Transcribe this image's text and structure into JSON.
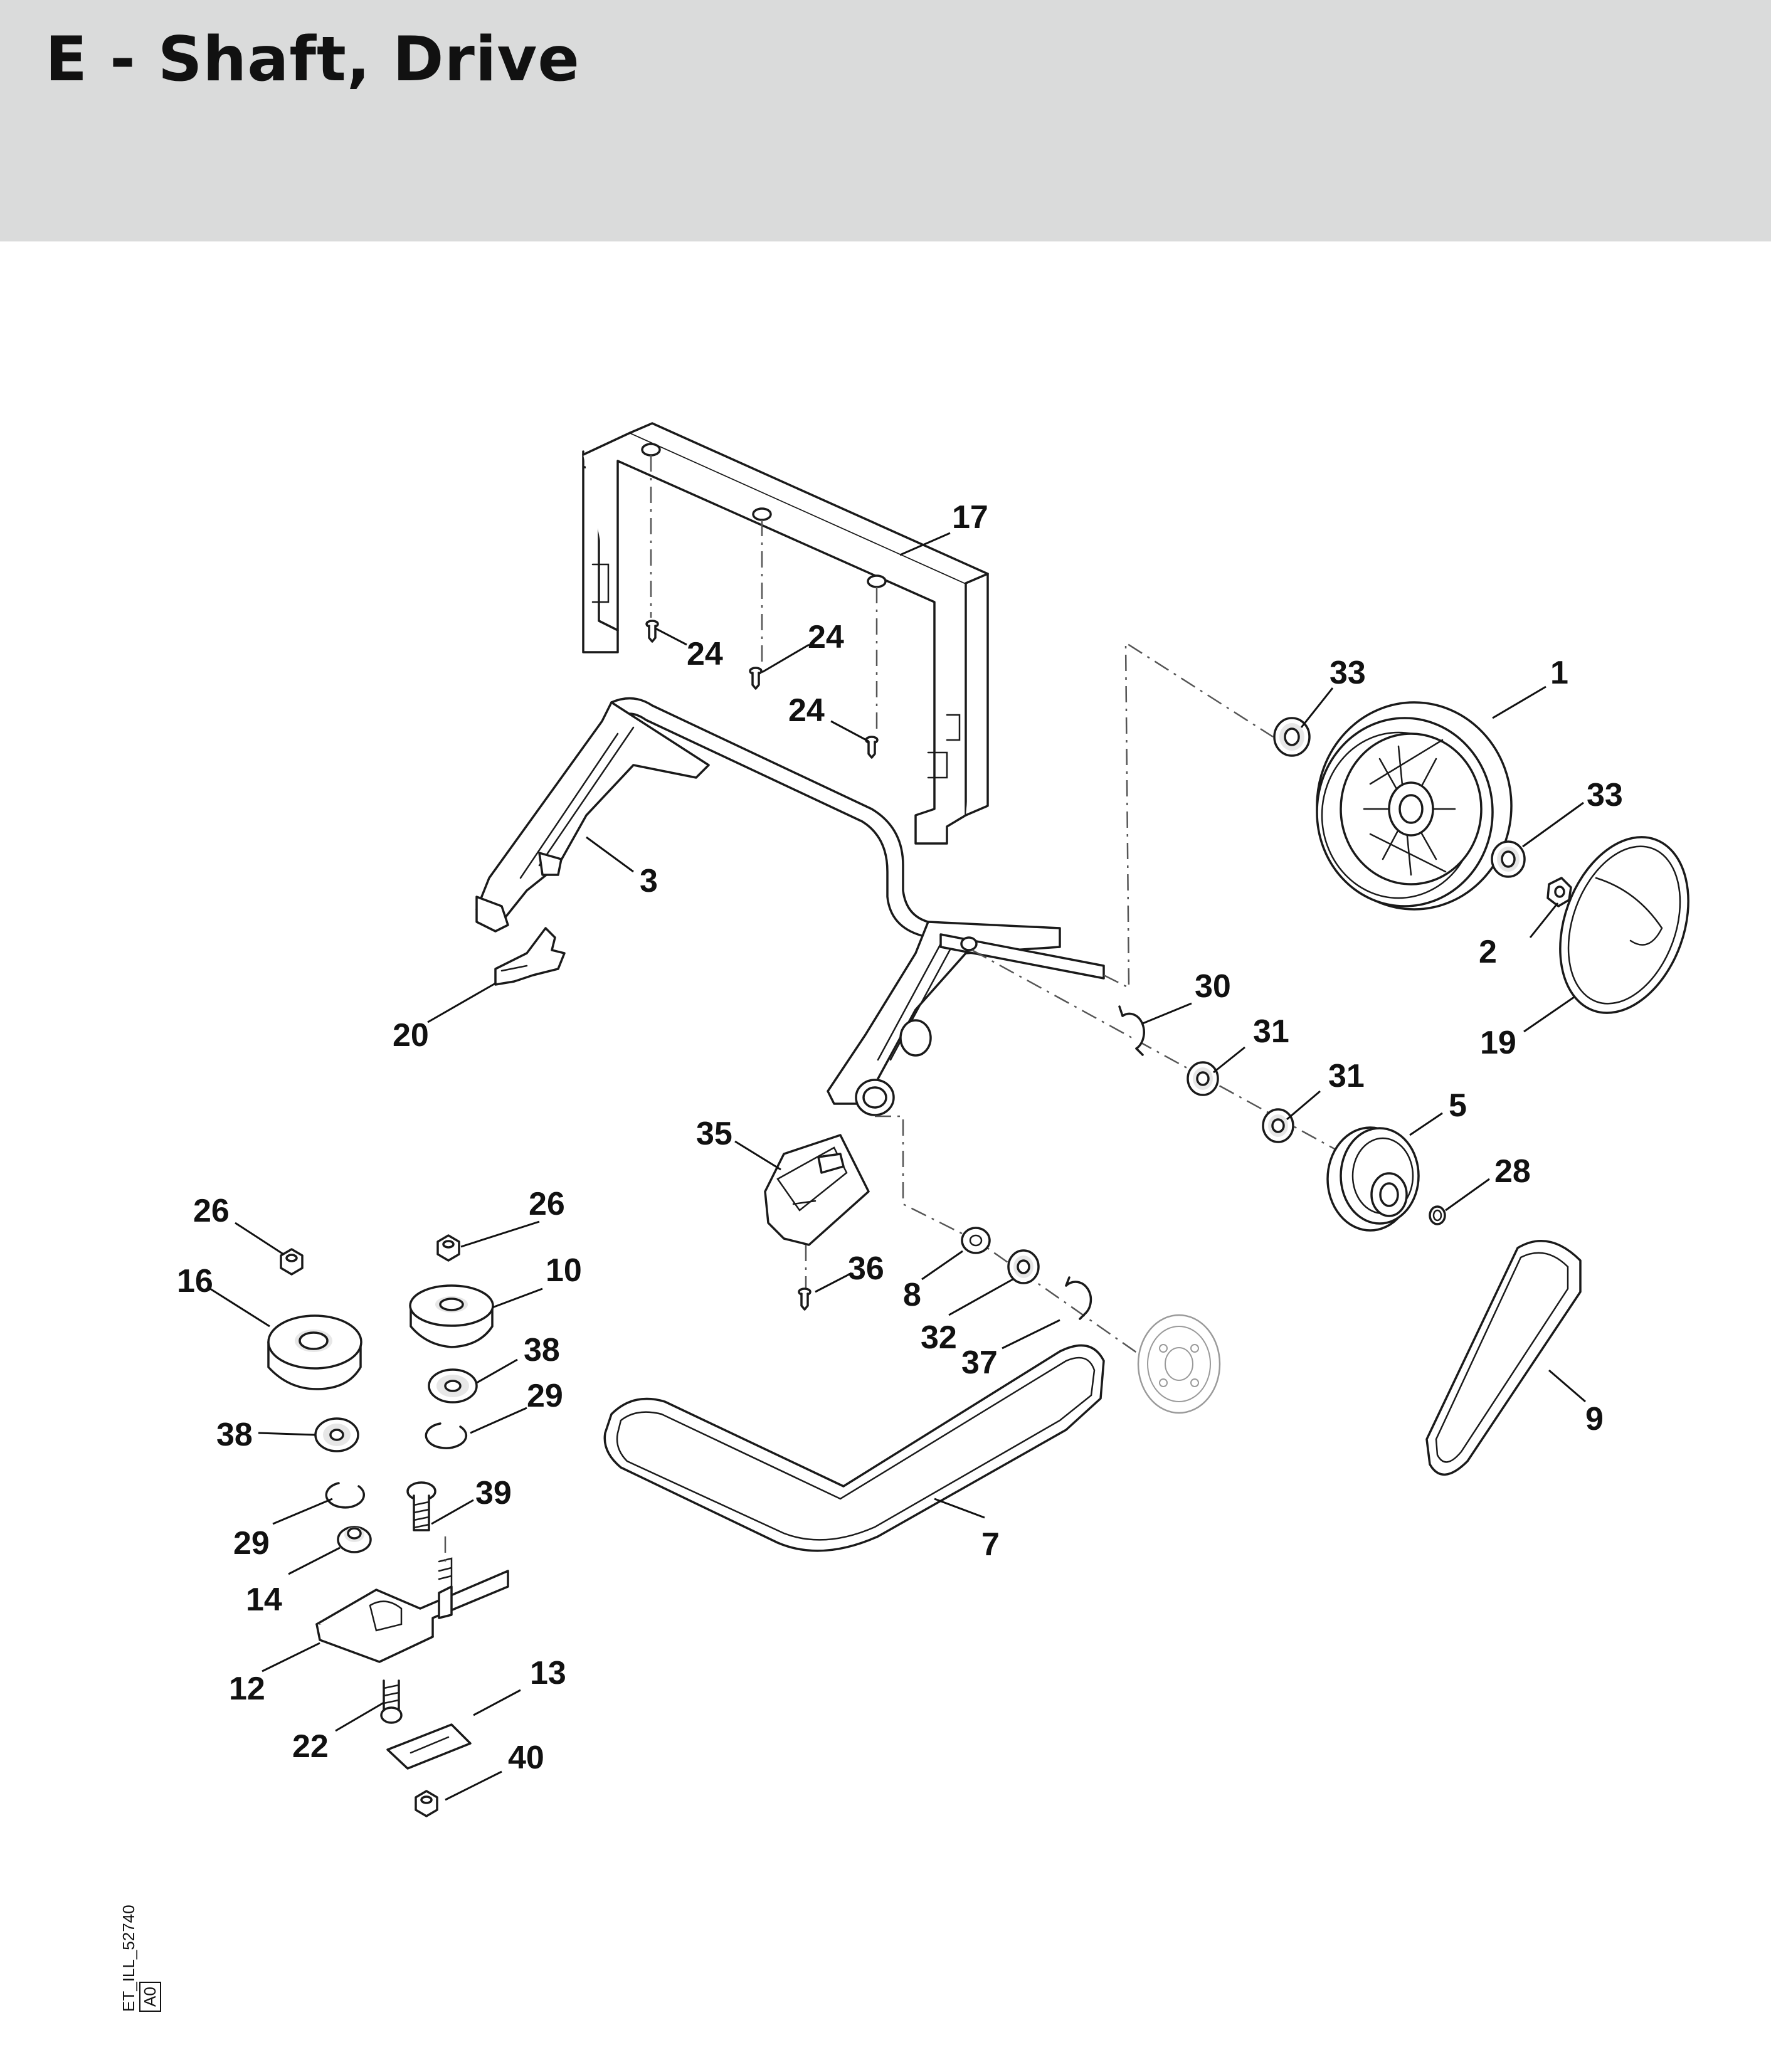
{
  "page": {
    "title": "E - Shaft, Drive",
    "footer": {
      "drawing_code": "ET_ILL_52740",
      "revision": "A0"
    }
  },
  "diagram": {
    "callouts": [
      {
        "id": "17",
        "label": "17"
      },
      {
        "id": "24a",
        "label": "24"
      },
      {
        "id": "24b",
        "label": "24"
      },
      {
        "id": "24c",
        "label": "24"
      },
      {
        "id": "33a",
        "label": "33"
      },
      {
        "id": "1",
        "label": "1"
      },
      {
        "id": "33b",
        "label": "33"
      },
      {
        "id": "2",
        "label": "2"
      },
      {
        "id": "3",
        "label": "3"
      },
      {
        "id": "20",
        "label": "20"
      },
      {
        "id": "30",
        "label": "30"
      },
      {
        "id": "31a",
        "label": "31"
      },
      {
        "id": "31b",
        "label": "31"
      },
      {
        "id": "19",
        "label": "19"
      },
      {
        "id": "5",
        "label": "5"
      },
      {
        "id": "28",
        "label": "28"
      },
      {
        "id": "35",
        "label": "35"
      },
      {
        "id": "26a",
        "label": "26"
      },
      {
        "id": "26b",
        "label": "26"
      },
      {
        "id": "16",
        "label": "16"
      },
      {
        "id": "10",
        "label": "10"
      },
      {
        "id": "36",
        "label": "36"
      },
      {
        "id": "8",
        "label": "8"
      },
      {
        "id": "38a",
        "label": "38"
      },
      {
        "id": "32",
        "label": "32"
      },
      {
        "id": "37",
        "label": "37"
      },
      {
        "id": "29a",
        "label": "29"
      },
      {
        "id": "38b",
        "label": "38"
      },
      {
        "id": "9",
        "label": "9"
      },
      {
        "id": "39",
        "label": "39"
      },
      {
        "id": "29b",
        "label": "29"
      },
      {
        "id": "7",
        "label": "7"
      },
      {
        "id": "14",
        "label": "14"
      },
      {
        "id": "12",
        "label": "12"
      },
      {
        "id": "13",
        "label": "13"
      },
      {
        "id": "22",
        "label": "22"
      },
      {
        "id": "40",
        "label": "40"
      }
    ]
  }
}
